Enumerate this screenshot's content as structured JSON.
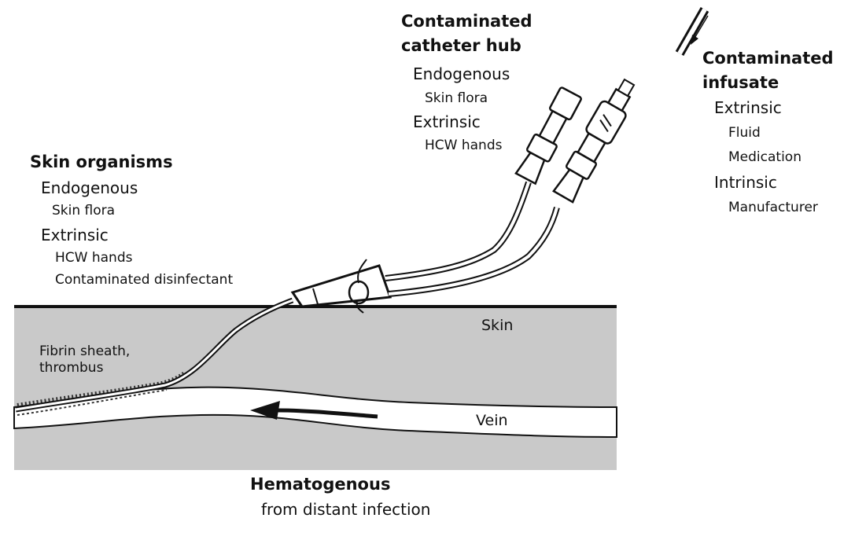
{
  "skin_organisms": {
    "title": "Skin organisms",
    "endogenous": "Endogenous",
    "endogenous_items": [
      "Skin flora"
    ],
    "extrinsic": "Extrinsic",
    "extrinsic_items": [
      "HCW hands",
      "Contaminated  disinfectant"
    ]
  },
  "catheter_hub": {
    "title_line1": "Contaminated",
    "title_line2": "catheter hub",
    "endogenous": "Endogenous",
    "endogenous_items": [
      "Skin flora"
    ],
    "extrinsic": "Extrinsic",
    "extrinsic_items": [
      "HCW hands"
    ]
  },
  "infusate": {
    "title_line1": "Contaminated",
    "title_line2": "infusate",
    "extrinsic": "Extrinsic",
    "extrinsic_items": [
      "Fluid",
      "Medication"
    ],
    "intrinsic": "Intrinsic",
    "intrinsic_items": [
      "Manufacturer"
    ]
  },
  "anatomy": {
    "skin": "Skin",
    "vein": "Vein",
    "fibrin_line1": "Fibrin sheath,",
    "fibrin_line2": "thrombus"
  },
  "hematogenous": {
    "title": "Hematogenous",
    "subtitle": "from distant infection"
  },
  "colors": {
    "tissue": "#c9c9c9",
    "line": "#111111",
    "background": "#ffffff"
  }
}
